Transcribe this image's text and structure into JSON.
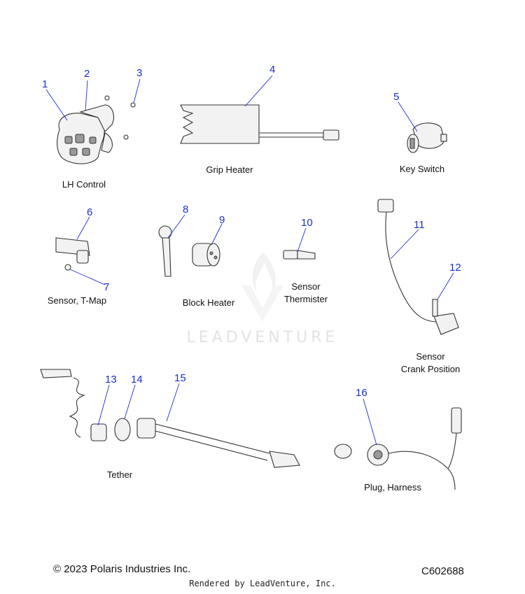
{
  "diagram": {
    "callouts": [
      "1",
      "2",
      "3",
      "4",
      "5",
      "6",
      "7",
      "8",
      "9",
      "10",
      "11",
      "12",
      "13",
      "14",
      "15",
      "16"
    ],
    "captions": {
      "lh_control": "LH Control",
      "grip_heater": "Grip Heater",
      "key_switch": "Key Switch",
      "sensor_tmap": "Sensor, T-Map",
      "block_heater": "Block Heater",
      "sensor_thermister_1": "Sensor",
      "sensor_thermister_2": "Thermister",
      "sensor_crank_1": "Sensor",
      "sensor_crank_2": "Crank Position",
      "tether": "Tether",
      "plug_harness": "Plug, Harness"
    },
    "watermark": "LEADVENTURE",
    "callout_color": "#1a2fd0"
  },
  "footer": {
    "copyright": "© 2023 Polaris Industries Inc.",
    "code": "C602688",
    "rendered_by": "Rendered by LeadVenture, Inc."
  }
}
